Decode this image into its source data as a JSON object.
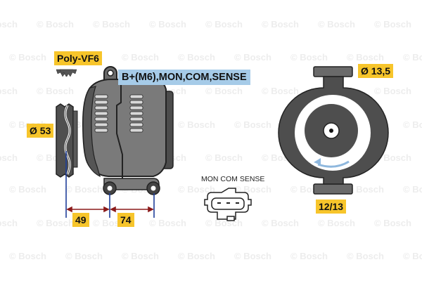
{
  "watermark": {
    "text": "© Bosch",
    "color": "#ededed"
  },
  "labels": {
    "belt_type": "Poly-VF6",
    "terminals": "B+(M6),MON,COM,SENSE",
    "pulley_diameter": "Ø 53",
    "dim_1": "49",
    "dim_2": "74",
    "connector_pins": "MON COM SENSE",
    "bolt_hole_diameter": "Ø 13,5",
    "mount_width": "12/13"
  },
  "colors": {
    "label_yellow": "#f7c52b",
    "label_blue": "#a6cbe8",
    "body_gray": "#7a7a7a",
    "dark_gray": "#4a4a4a",
    "dimension_line": "#1f3f9a",
    "dimension_arrow": "#8b1a1a",
    "rotation_arrow": "#8fb8de"
  },
  "icons": {
    "belt_profile": "poly-v-belt-icon",
    "alternator": "alternator-side-view",
    "connector": "3-pin-connector-icon",
    "alternator_front": "alternator-front-view",
    "rotation": "rotation-direction-arrow"
  }
}
